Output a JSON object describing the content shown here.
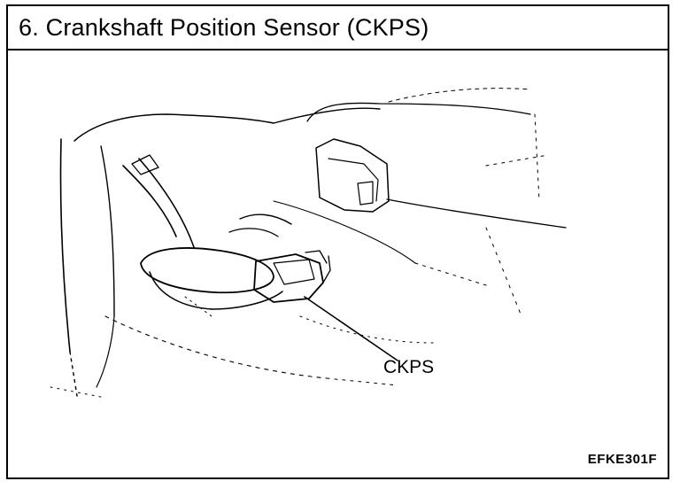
{
  "header": {
    "title": "6. Crankshaft Position Sensor (CKPS)"
  },
  "figure": {
    "callout_label": "CKPS",
    "figure_code": "EFKE301F"
  }
}
